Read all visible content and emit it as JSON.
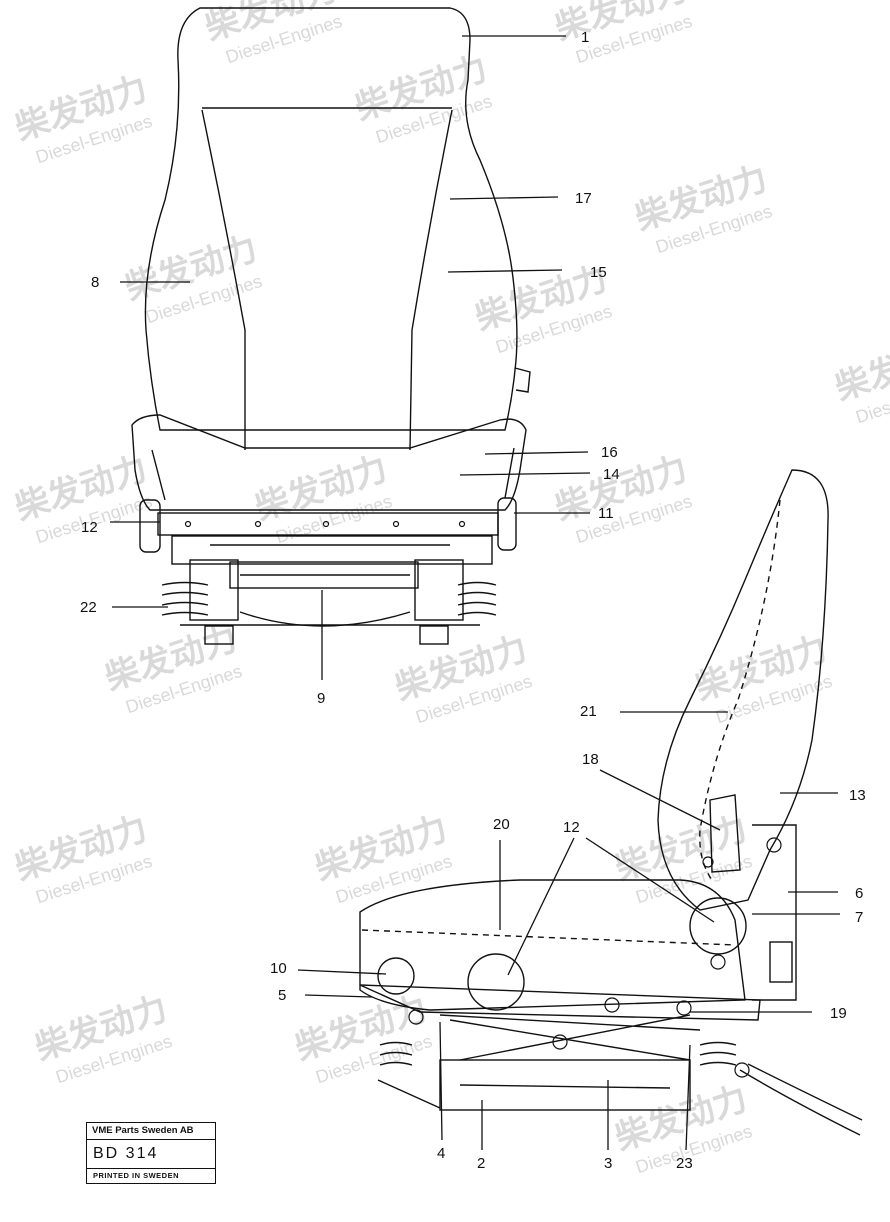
{
  "callouts": [
    {
      "id": "c1",
      "text": "1"
    },
    {
      "id": "c17",
      "text": "17"
    },
    {
      "id": "c15",
      "text": "15"
    },
    {
      "id": "c8",
      "text": "8"
    },
    {
      "id": "c16",
      "text": "16"
    },
    {
      "id": "c14",
      "text": "14"
    },
    {
      "id": "c12a",
      "text": "12"
    },
    {
      "id": "c11",
      "text": "11"
    },
    {
      "id": "c22",
      "text": "22"
    },
    {
      "id": "c9",
      "text": "9"
    },
    {
      "id": "c21",
      "text": "21"
    },
    {
      "id": "c18",
      "text": "18"
    },
    {
      "id": "c13",
      "text": "13"
    },
    {
      "id": "c20",
      "text": "20"
    },
    {
      "id": "c12b",
      "text": "12"
    },
    {
      "id": "c6",
      "text": "6"
    },
    {
      "id": "c7",
      "text": "7"
    },
    {
      "id": "c10",
      "text": "10"
    },
    {
      "id": "c5",
      "text": "5"
    },
    {
      "id": "c19",
      "text": "19"
    },
    {
      "id": "c4",
      "text": "4"
    },
    {
      "id": "c2",
      "text": "2"
    },
    {
      "id": "c3",
      "text": "3"
    },
    {
      "id": "c23",
      "text": "23"
    }
  ],
  "stamp": {
    "company": "VME Parts Sweden AB",
    "code": "BD 314",
    "printed": "PRINTED IN SWEDEN"
  },
  "watermark": {
    "brand": "柴发动力",
    "sub": "Diesel-Engines"
  }
}
